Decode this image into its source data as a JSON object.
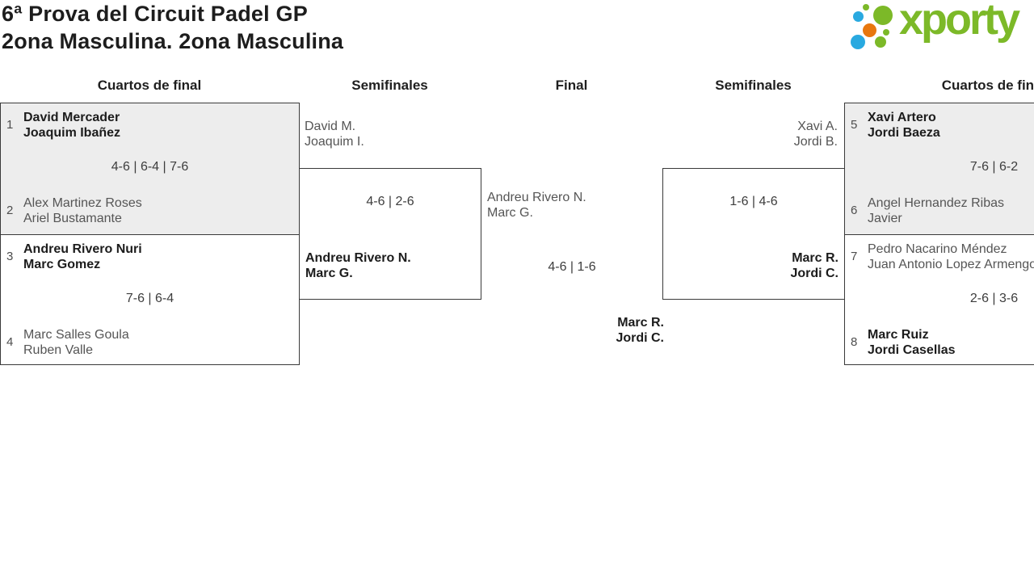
{
  "page": {
    "title_line1": "6ª Prova del Circuit Padel GP",
    "title_line2": "2ona Masculina. 2ona Masculina"
  },
  "logo": {
    "text": "xporty",
    "green": "#7cb928",
    "blue": "#29a9e0",
    "orange": "#e8770e"
  },
  "round_headers": {
    "left_quarterfinals": "Cuartos de final",
    "left_semifinals": "Semifinales",
    "final": "Final",
    "right_semifinals": "Semifinales",
    "right_quarterfinals": "Cuartos de final"
  },
  "bracket": {
    "qf1": {
      "seed_a": "1",
      "team_a_line1": "David Mercader",
      "team_a_line2": "Joaquim Ibañez",
      "score": "4-6 | 6-4 | 7-6",
      "seed_b": "2",
      "team_b_line1": "Alex Martinez Roses",
      "team_b_line2": "Ariel Bustamante"
    },
    "qf2": {
      "seed_a": "3",
      "team_a_line1": "Andreu Rivero Nuri",
      "team_a_line2": "Marc Gomez",
      "score": "7-6 | 6-4",
      "seed_b": "4",
      "team_b_line1": "Marc Salles Goula",
      "team_b_line2": "Ruben Valle"
    },
    "sf1": {
      "team_a_line1": "David M.",
      "team_a_line2": "Joaquim I.",
      "score": "4-6 | 2-6",
      "team_b_line1": "Andreu Rivero N.",
      "team_b_line2": "Marc G."
    },
    "final": {
      "team_a_line1": "Andreu Rivero N.",
      "team_a_line2": "Marc G.",
      "score": "4-6 | 1-6",
      "team_b_line1": "Marc R.",
      "team_b_line2": "Jordi C."
    },
    "sf2": {
      "team_a_line1": "Xavi A.",
      "team_a_line2": "Jordi B.",
      "score": "1-6 | 4-6",
      "team_b_line1": "Marc R.",
      "team_b_line2": "Jordi C."
    },
    "qf3": {
      "seed_a": "5",
      "team_a_line1": "Xavi Artero",
      "team_a_line2": "Jordi Baeza",
      "score": "7-6 | 6-2",
      "seed_b": "6",
      "team_b_line1": "Angel Hernandez Ribas",
      "team_b_line2": "Javier"
    },
    "qf4": {
      "seed_a": "7",
      "team_a_line1": "Pedro Nacarino Méndez",
      "team_a_line2": "Juan Antonio Lopez Armengol",
      "score": "2-6 | 3-6",
      "seed_b": "8",
      "team_b_line1": "Marc Ruiz",
      "team_b_line2": "Jordi Casellas"
    }
  }
}
